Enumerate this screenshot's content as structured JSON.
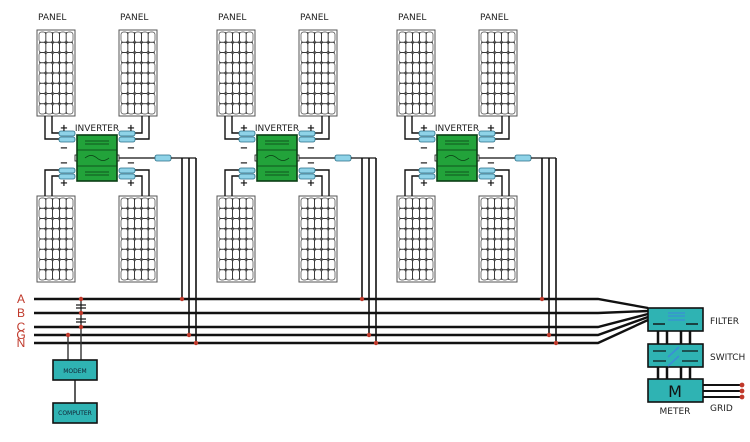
{
  "title": "Grid-tied solar microinverter system",
  "colors": {
    "inverter": "#22a33a",
    "connector": "#8fd3e8",
    "box": "#2fb3b3",
    "wire": "#111111",
    "junction": "#c0392b",
    "bus_label": "#c0392b"
  },
  "groups": [
    {
      "inverter_label": "INVERTER",
      "panels": [
        "PANEL",
        "PANEL"
      ]
    },
    {
      "inverter_label": "INVERTER",
      "panels": [
        "PANEL",
        "PANEL"
      ]
    },
    {
      "inverter_label": "INVERTER",
      "panels": [
        "PANEL",
        "PANEL"
      ]
    }
  ],
  "polarity": {
    "plus": "+",
    "minus": "−"
  },
  "bus_lines": [
    "A",
    "B",
    "C",
    "G",
    "N"
  ],
  "devices": {
    "modem": "MODEM",
    "computer": "COMPUTER",
    "filter": "FILTER",
    "switch": "SWITCH",
    "meter_symbol": "M",
    "meter": "METER",
    "grid": "GRID"
  }
}
